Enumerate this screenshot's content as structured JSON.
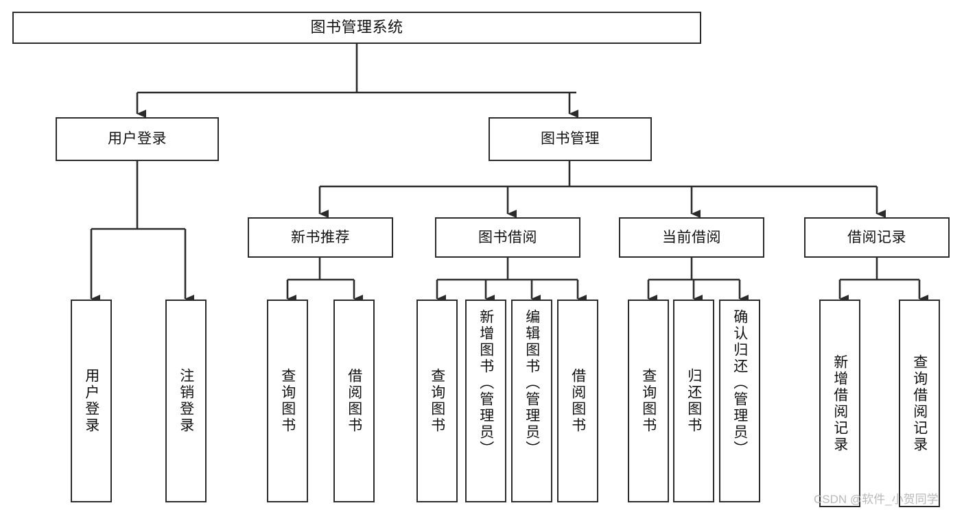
{
  "diagram": {
    "title": "图书管理系统",
    "type": "tree",
    "background_color": "#ffffff",
    "line_color": "#2b2b2b",
    "node_fill": "#ffffff",
    "text_color": "#111111",
    "root": {
      "id": "root",
      "label": "图书管理系统",
      "orientation": "horizontal"
    },
    "level2": [
      {
        "id": "user-login",
        "label": "用户登录",
        "orientation": "horizontal"
      },
      {
        "id": "book-manage",
        "label": "图书管理",
        "orientation": "horizontal"
      }
    ],
    "level3": [
      {
        "id": "new-book-recommend",
        "label": "新书推荐",
        "orientation": "horizontal",
        "parent": "book-manage"
      },
      {
        "id": "book-borrow",
        "label": "图书借阅",
        "orientation": "horizontal",
        "parent": "book-manage"
      },
      {
        "id": "current-borrow",
        "label": "当前借阅",
        "orientation": "horizontal",
        "parent": "book-manage"
      },
      {
        "id": "borrow-record",
        "label": "借阅记录",
        "orientation": "horizontal",
        "parent": "book-manage"
      }
    ],
    "leaves": [
      {
        "id": "leaf-user-login",
        "label": "用户登录",
        "orientation": "vertical",
        "parent": "user-login"
      },
      {
        "id": "leaf-user-logout",
        "label": "注销登录",
        "orientation": "vertical",
        "parent": "user-login"
      },
      {
        "id": "leaf-query-book-1",
        "label": "查询图书",
        "orientation": "vertical",
        "parent": "new-book-recommend"
      },
      {
        "id": "leaf-borrow-book-1",
        "label": "借阅图书",
        "orientation": "vertical",
        "parent": "new-book-recommend"
      },
      {
        "id": "leaf-query-book-2",
        "label": "查询图书",
        "orientation": "vertical",
        "parent": "book-borrow"
      },
      {
        "id": "leaf-add-book",
        "label": "新增图书（管理员）",
        "orientation": "vertical",
        "parent": "book-borrow"
      },
      {
        "id": "leaf-edit-book",
        "label": "编辑图书（管理员）",
        "orientation": "vertical",
        "parent": "book-borrow"
      },
      {
        "id": "leaf-borrow-book-2",
        "label": "借阅图书",
        "orientation": "vertical",
        "parent": "book-borrow"
      },
      {
        "id": "leaf-query-book-3",
        "label": "查询图书",
        "orientation": "vertical",
        "parent": "current-borrow"
      },
      {
        "id": "leaf-return-book",
        "label": "归还图书",
        "orientation": "vertical",
        "parent": "current-borrow"
      },
      {
        "id": "leaf-confirm-return",
        "label": "确认归还（管理员）",
        "orientation": "vertical",
        "parent": "current-borrow"
      },
      {
        "id": "leaf-add-record",
        "label": "新增借阅记录",
        "orientation": "vertical",
        "parent": "borrow-record"
      },
      {
        "id": "leaf-query-record",
        "label": "查询借阅记录",
        "orientation": "vertical",
        "parent": "borrow-record"
      }
    ]
  },
  "watermark": {
    "text": "CSDN @软件_小贺同学"
  }
}
